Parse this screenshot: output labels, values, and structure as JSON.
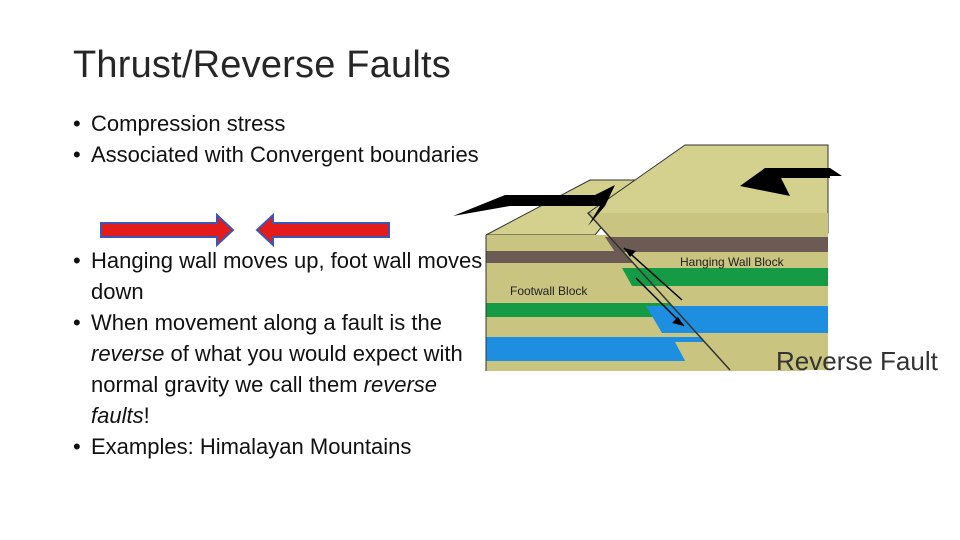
{
  "slide": {
    "title": "Thrust/Reverse Faults",
    "bullets_top": [
      "Compression stress",
      "Associated with Convergent boundaries"
    ],
    "bullets_bottom": [
      {
        "parts": [
          "Hanging wall moves up, foot wall moves down"
        ]
      },
      {
        "parts": [
          "When movement along a fault is the ",
          "reverse",
          " of what you would expect with normal gravity we call them ",
          "reverse faults",
          "!"
        ]
      },
      {
        "parts": [
          "Examples: Himalayan Mountains"
        ]
      }
    ],
    "compression_arrow_color": "#e41b1b"
  },
  "diagram": {
    "hanging_wall_label": "Hanging Wall Block",
    "footwall_label": "Footwall Block",
    "caption": "Reverse Fault",
    "colors": {
      "tan": "#c9c47f",
      "tan_top": "#d4d08e",
      "brown": "#6b5b54",
      "green": "#159a45",
      "blue": "#1e8fe0",
      "teal": "#2f7a5a",
      "steel": "#3d6f95",
      "arrow": "#000000"
    }
  }
}
